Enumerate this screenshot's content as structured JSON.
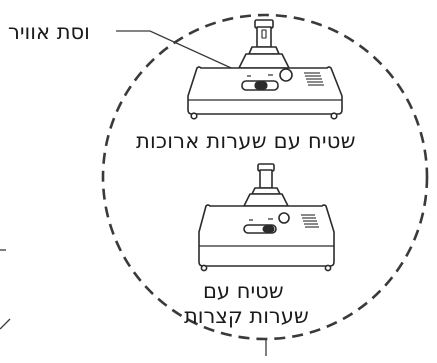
{
  "labels": {
    "air_valve": "וסת אוויר",
    "long_hair_carpet": "שטיח עם שערות ארוכות",
    "short_hair_carpet_line1": "שטיח עם",
    "short_hair_carpet_line2": "שערות קצרות"
  },
  "colors": {
    "line": "#3a3a3a",
    "text": "#1a1a1a",
    "background": "#ffffff"
  }
}
